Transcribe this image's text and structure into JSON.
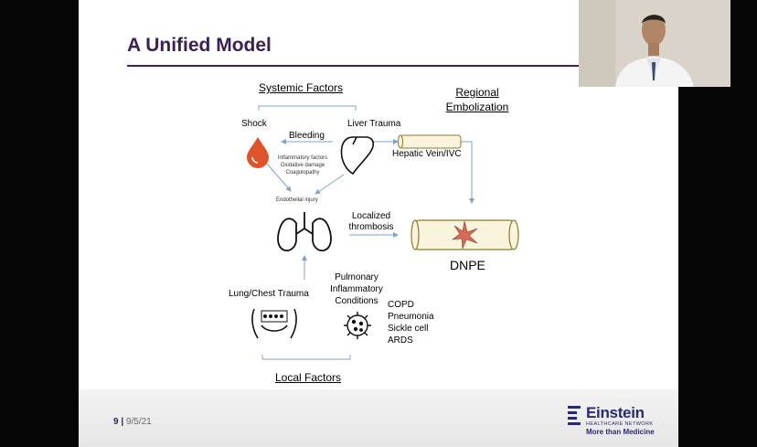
{
  "slide": {
    "title": "A Unified Model",
    "page_number": "9",
    "date": "9/5/21",
    "logo": {
      "name": "Einstein",
      "network": "HEALTHCARE NETWORK",
      "tagline": "More than Medicine"
    }
  },
  "diagram": {
    "systemic_factors": "Systemic Factors",
    "regional_embolization_line1": "Regional",
    "regional_embolization_line2": "Embolization",
    "shock": "Shock",
    "liver_trauma": "Liver Trauma",
    "bleeding": "Bleeding",
    "hepatic_vein": "Hepatic Vein/IVC",
    "inflammatory_factors": "Inflammatory factors",
    "oxidative_damage": "Oxidative damage",
    "coagulopathy": "Coagulopathy",
    "endothelial_injury": "Endothelial injury",
    "localized_line1": "Localized",
    "localized_line2": "thrombosis",
    "dnpe": "DNPE",
    "pulmonary_line1": "Pulmonary",
    "pulmonary_line2": "Inflammatory",
    "pulmonary_line3": "Conditions",
    "lung_chest_trauma": "Lung/Chest Trauma",
    "copd": "COPD",
    "pneumonia": "Pneumonia",
    "sickle_cell": "Sickle cell",
    "ards": "ARDS",
    "local_factors": "Local Factors"
  },
  "colors": {
    "title": "#3b2153",
    "arrow": "#7fa3c9",
    "blood": "#e0532a",
    "clot": "#d86a5a"
  }
}
